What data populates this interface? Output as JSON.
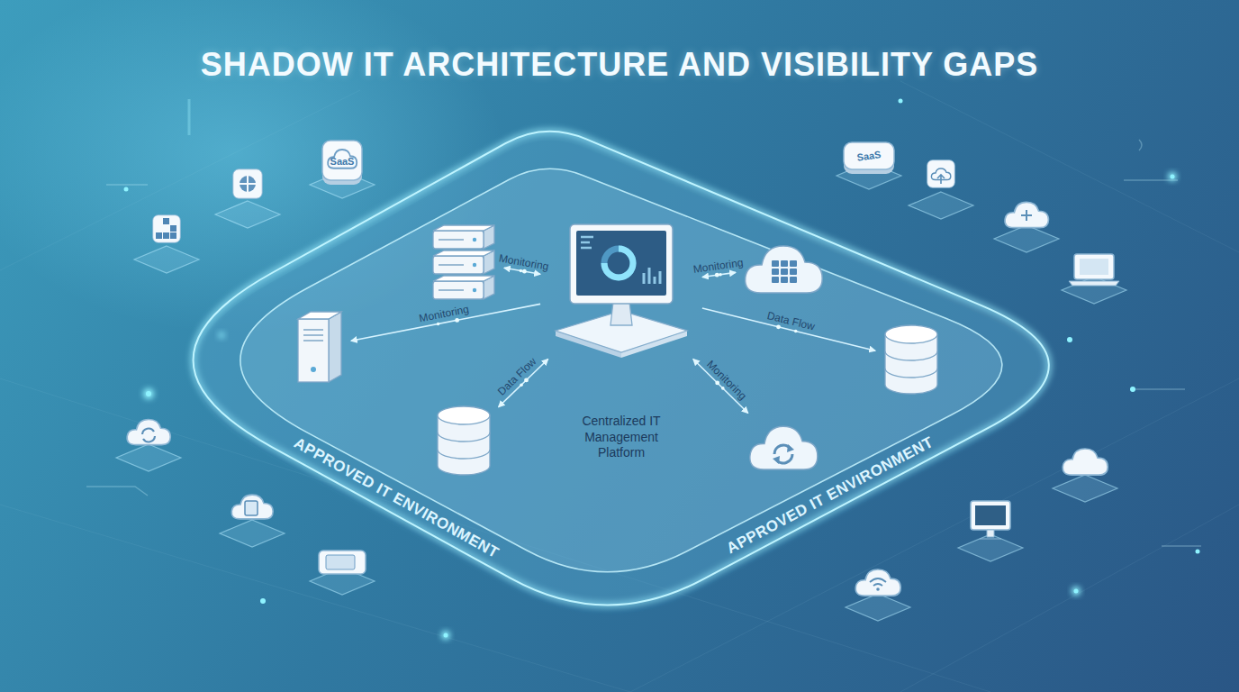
{
  "diagram": {
    "title": "SHADOW IT ARCHITECTURE AND VISIBILITY GAPS",
    "nodes": [
      {
        "text": [
          "SaaS"
        ]
      },
      {
        "text": [
          "SaaS"
        ]
      },
      {
        "text": [
          "APPROVED IT ENVIRONMENT",
          "APPROVED IT ENVIRONMENT"
        ]
      },
      {
        "text": [],
        "in": 2
      },
      {
        "text": [],
        "in": 2
      },
      {
        "text": [
          "Centralized IT Management Platform"
        ],
        "in": 2
      },
      {
        "text": [],
        "in": 2
      },
      {
        "text": [],
        "in": 2
      },
      {
        "text": [],
        "in": 2
      },
      {
        "text": [],
        "in": 2
      }
    ],
    "edges": [
      {
        "from": 5,
        "to": 3,
        "arrow": "both",
        "label": "Monitoring"
      },
      {
        "from": 5,
        "to": 4,
        "arrow": "both",
        "label": "Monitoring"
      },
      {
        "from": 5,
        "to": 6,
        "arrow": "to",
        "label": "Monitoring"
      },
      {
        "from": 5,
        "to": 7,
        "arrow": "to",
        "label": "Data Flow"
      },
      {
        "from": 5,
        "to": 8,
        "arrow": "both",
        "label": "Data Flow"
      },
      {
        "from": 5,
        "to": 9,
        "arrow": "both",
        "label": "Monitoring"
      }
    ]
  }
}
